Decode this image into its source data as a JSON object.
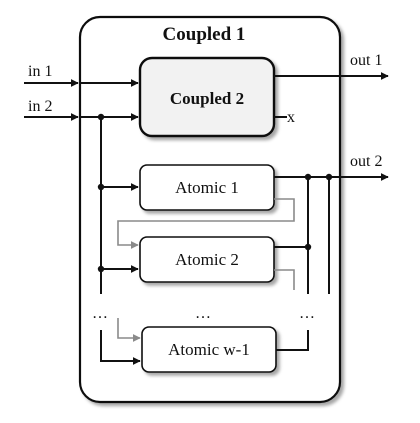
{
  "diagram": {
    "outer_title": "Coupled 1",
    "inner_coupled": "Coupled 2",
    "inputs": [
      "in 1",
      "in 2"
    ],
    "outputs": [
      "out 1",
      "out 2"
    ],
    "unconnected_port": "x",
    "atomics": [
      "Atomic 1",
      "Atomic 2",
      "Atomic w-1"
    ],
    "ellipsis": "…"
  }
}
